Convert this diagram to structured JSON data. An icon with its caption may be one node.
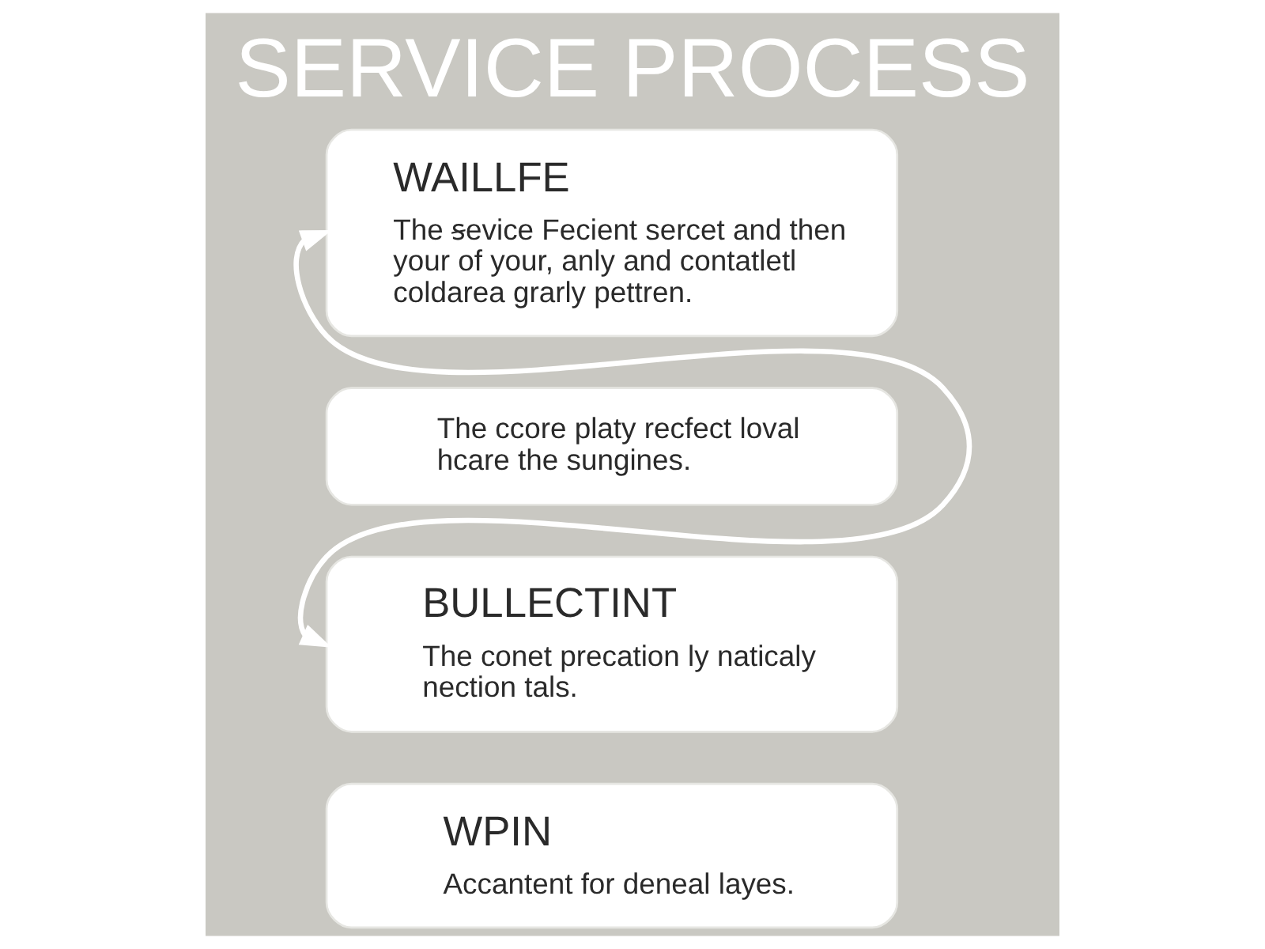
{
  "diagram": {
    "title": "SERVICE PROCESS",
    "nodes": [
      {
        "text": [
          "WAILLFE",
          "The ꞩevice Fecient sercet and then your of your, anly and contatletl coldarea grarly pettren."
        ]
      },
      {
        "text": [
          "The ccore platy recfect loval hcare the sungines."
        ]
      },
      {
        "text": [
          "BULLECTINT",
          "The conet precation ly naticaly nection tals."
        ]
      },
      {
        "text": [
          "WPIN",
          "Accantent for deneal layes."
        ]
      }
    ],
    "edges": [
      {
        "from": 0,
        "to": 2,
        "arrow": "both"
      }
    ]
  }
}
